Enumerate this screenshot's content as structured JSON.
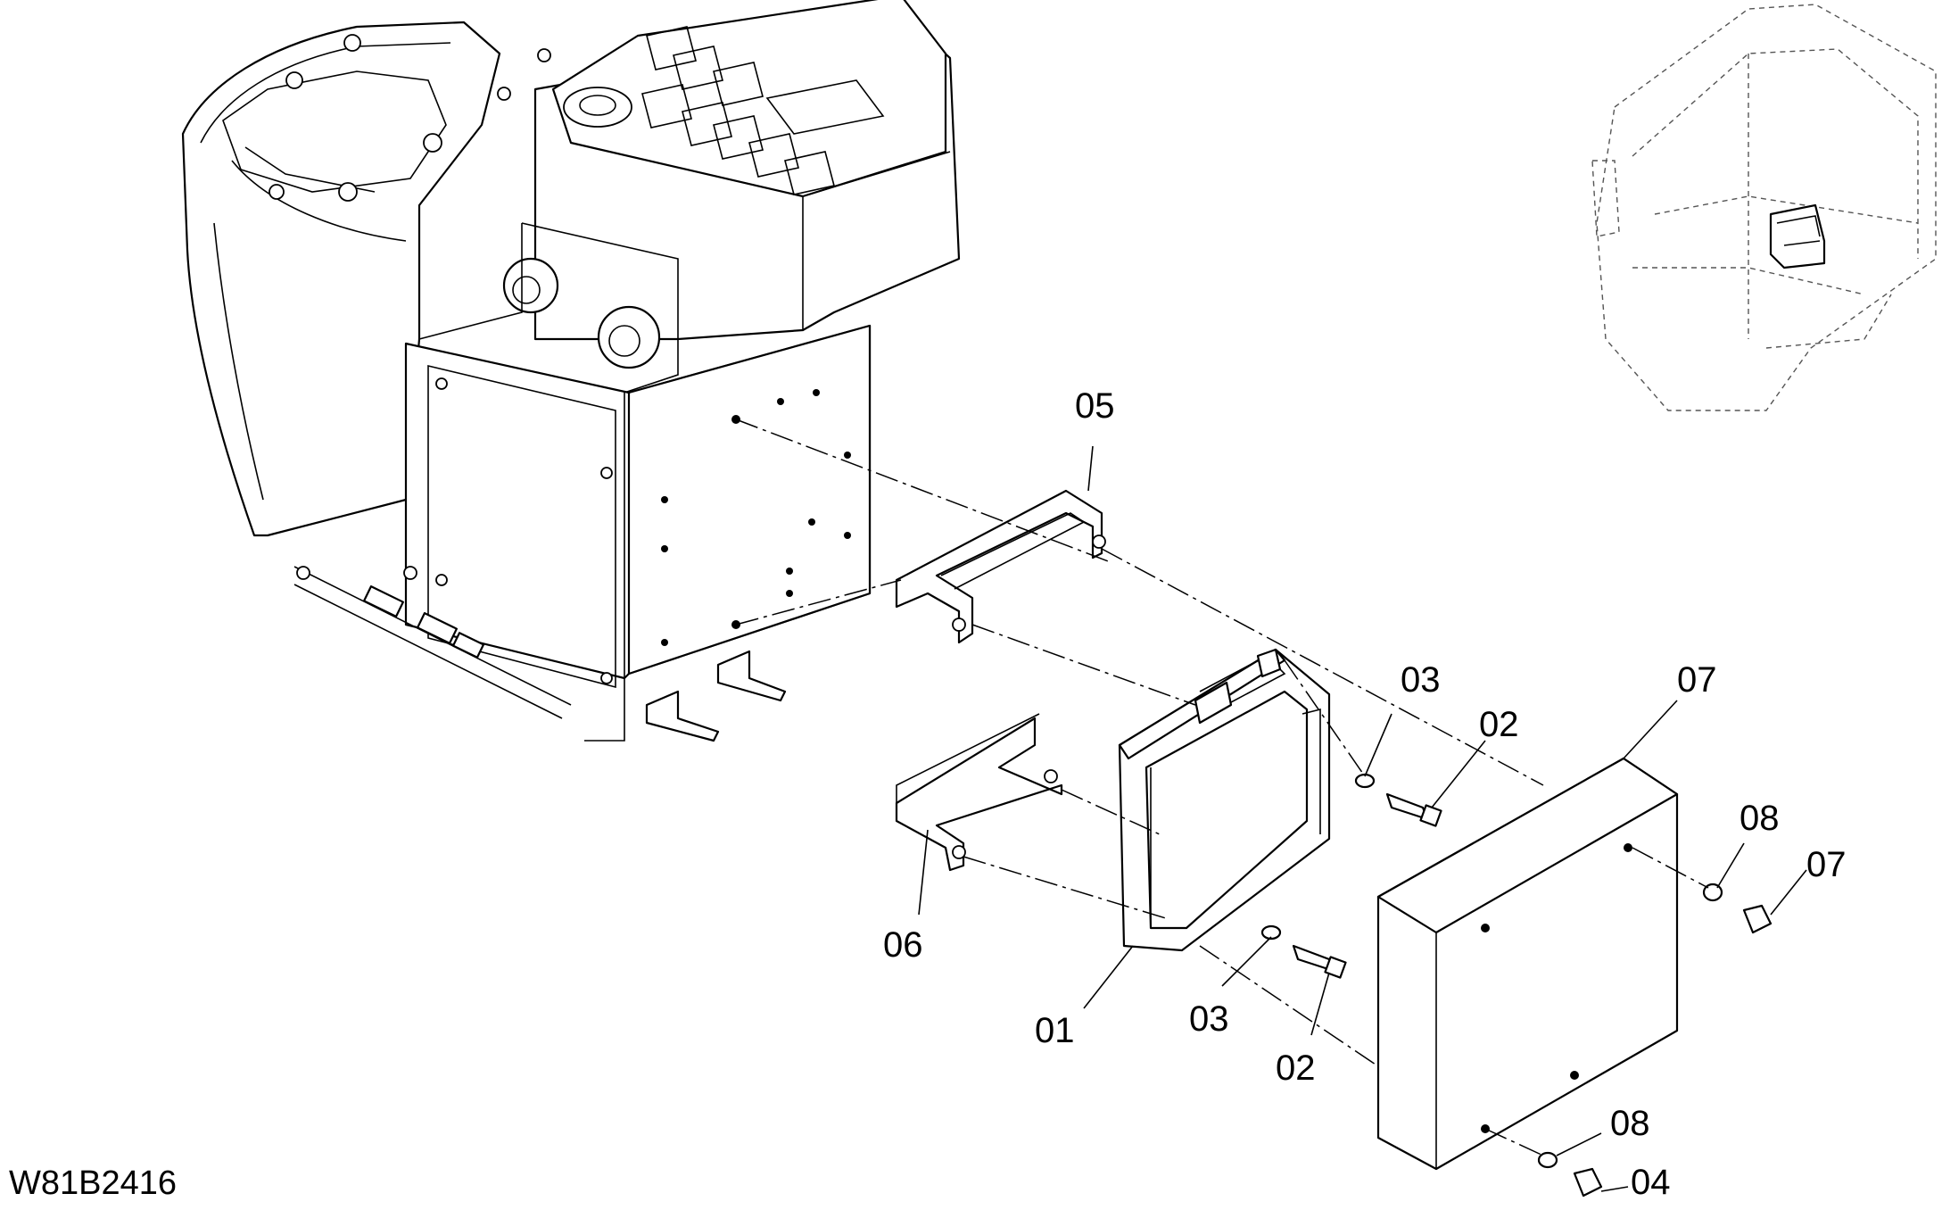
{
  "drawing": {
    "code": "W81B2416",
    "callouts": [
      {
        "id": "c01",
        "text": "01"
      },
      {
        "id": "c02a",
        "text": "02"
      },
      {
        "id": "c02b",
        "text": "02"
      },
      {
        "id": "c03a",
        "text": "03"
      },
      {
        "id": "c03b",
        "text": "03"
      },
      {
        "id": "c04",
        "text": "04"
      },
      {
        "id": "c05",
        "text": "05"
      },
      {
        "id": "c06",
        "text": "06"
      },
      {
        "id": "c07a",
        "text": "07"
      },
      {
        "id": "c07b",
        "text": "07"
      },
      {
        "id": "c08a",
        "text": "08"
      },
      {
        "id": "c08b",
        "text": "08"
      }
    ]
  },
  "style": {
    "ink": "#000000",
    "paper": "#ffffff",
    "ghost": "#555555"
  },
  "icons": {
    "locator": "machine-cab-locator-icon"
  }
}
